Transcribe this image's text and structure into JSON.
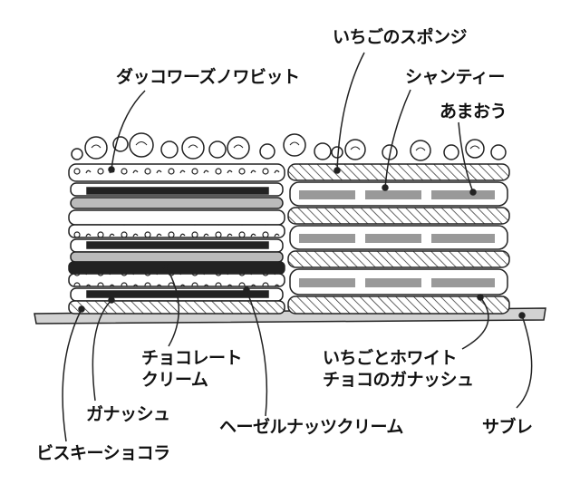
{
  "labels": {
    "sponge": "いちごのスポンジ",
    "dacquoise": "ダッコワーズノワビット",
    "chantilly": "シャンティー",
    "amaou": "あまおう",
    "choc_cream_1": "チョコレート",
    "choc_cream_2": "クリーム",
    "strawberry_ganache_1": "いちごとホワイト",
    "strawberry_ganache_2": "チョコのガナッシュ",
    "ganache": "ガナッシュ",
    "hazelnut": "ヘーゼルナッツクリーム",
    "sable": "サブレ",
    "biscuit": "ビスキーショコラ"
  }
}
